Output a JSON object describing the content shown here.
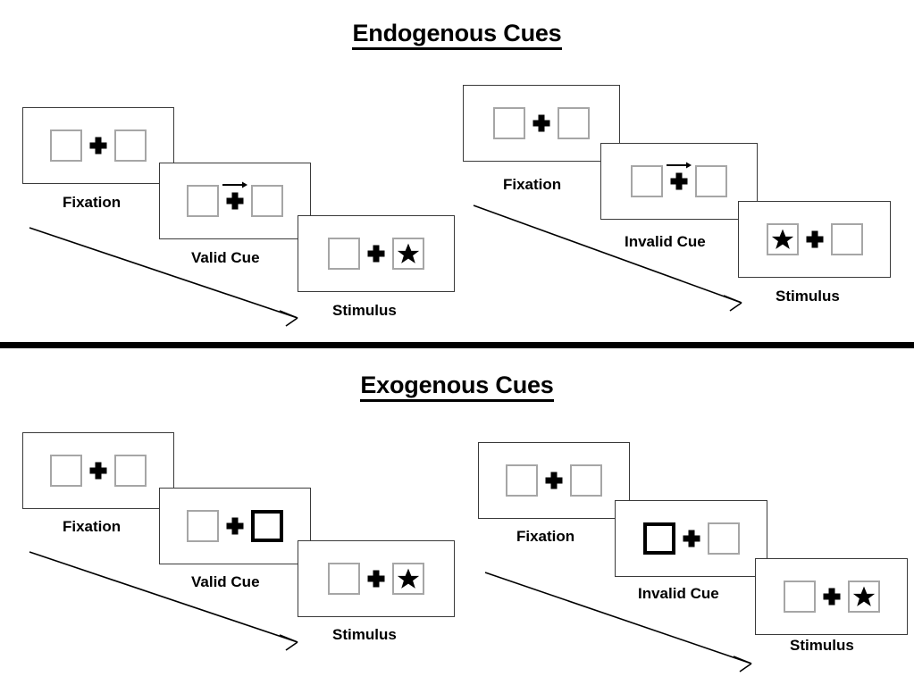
{
  "sections": [
    {
      "id": "endogenous",
      "title": "Endogenous Cues",
      "cue_type": "arrow",
      "conditions": [
        {
          "id": "endogenous-valid",
          "cue_label": "Valid Cue",
          "frames": [
            {
              "label": "Fixation",
              "left_box": "empty",
              "right_box": "empty",
              "cue": "none"
            },
            {
              "label": "Valid Cue",
              "left_box": "empty",
              "right_box": "empty",
              "cue": "arrow-right"
            },
            {
              "label": "Stimulus",
              "left_box": "empty",
              "right_box": "star",
              "cue": "none"
            }
          ]
        },
        {
          "id": "endogenous-invalid",
          "cue_label": "Invalid Cue",
          "frames": [
            {
              "label": "Fixation",
              "left_box": "empty",
              "right_box": "empty",
              "cue": "none"
            },
            {
              "label": "Invalid Cue",
              "left_box": "empty",
              "right_box": "empty",
              "cue": "arrow-right"
            },
            {
              "label": "Stimulus",
              "left_box": "star",
              "right_box": "empty",
              "cue": "none"
            }
          ]
        }
      ]
    },
    {
      "id": "exogenous",
      "title": "Exogenous Cues",
      "cue_type": "box-highlight",
      "conditions": [
        {
          "id": "exogenous-valid",
          "cue_label": "Valid Cue",
          "frames": [
            {
              "label": "Fixation",
              "left_box": "empty",
              "right_box": "empty",
              "cue": "none"
            },
            {
              "label": "Valid Cue",
              "left_box": "empty",
              "right_box": "cued",
              "cue": "highlight-right"
            },
            {
              "label": "Stimulus",
              "left_box": "empty",
              "right_box": "star",
              "cue": "none"
            }
          ]
        },
        {
          "id": "exogenous-invalid",
          "cue_label": "Invalid Cue",
          "frames": [
            {
              "label": "Fixation",
              "left_box": "empty",
              "right_box": "empty",
              "cue": "none"
            },
            {
              "label": "Invalid Cue",
              "left_box": "cued",
              "right_box": "empty",
              "cue": "highlight-left"
            },
            {
              "label": "Stimulus",
              "left_box": "empty",
              "right_box": "star",
              "cue": "none"
            }
          ]
        }
      ]
    }
  ],
  "labels": {
    "fixation": "Fixation",
    "valid_cue": "Valid Cue",
    "invalid_cue": "Invalid Cue",
    "stimulus": "Stimulus"
  },
  "colors": {
    "background": "#ffffff",
    "panel_border": "#3a3a3a",
    "box_border": "#a6a6a6",
    "cued_box_border": "#000000",
    "stimulus_fill": "#000000",
    "divider": "#000000",
    "text": "#000000"
  },
  "icons": {
    "fixation_cross": "plus-cross-icon",
    "target": "star-icon",
    "arrow_cue": "arrow-right-icon",
    "flow": "diagonal-arrow-icon"
  }
}
